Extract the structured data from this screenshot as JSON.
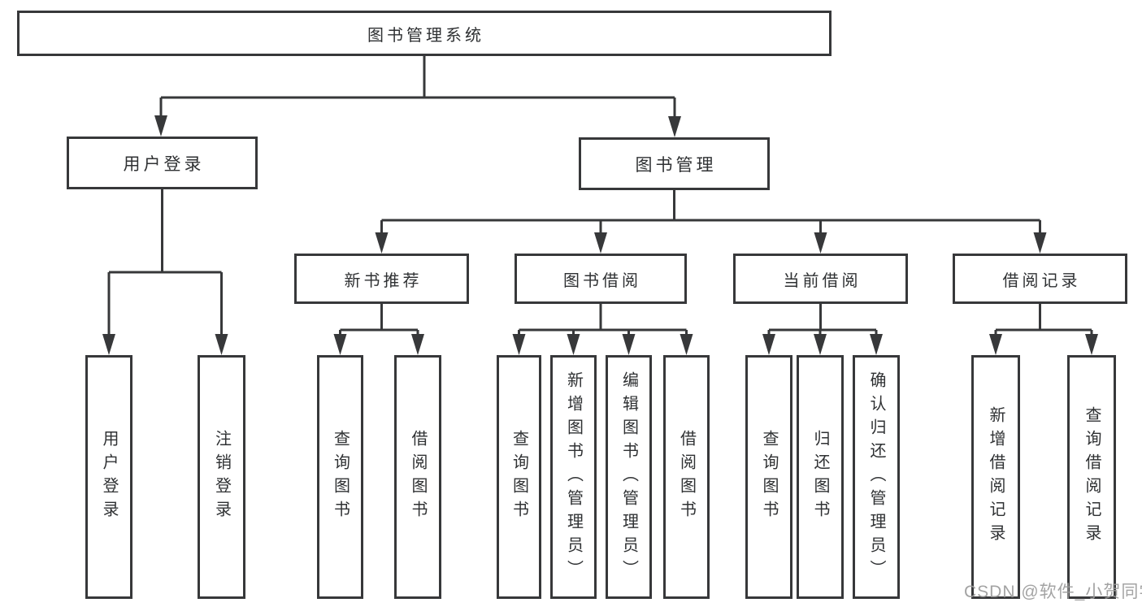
{
  "tree": {
    "root": {
      "label": "图书管理系统"
    },
    "branches": [
      {
        "label": "用户登录",
        "children": [
          {
            "label": "用户登录"
          },
          {
            "label": "注销登录"
          }
        ]
      },
      {
        "label": "图书管理",
        "children": [
          {
            "label": "新书推荐",
            "children": [
              {
                "label": "查询图书"
              },
              {
                "label": "借阅图书"
              }
            ]
          },
          {
            "label": "图书借阅",
            "children": [
              {
                "label": "查询图书"
              },
              {
                "label": "新增图书（管理员）"
              },
              {
                "label": "编辑图书（管理员）"
              },
              {
                "label": "借阅图书"
              }
            ]
          },
          {
            "label": "当前借阅",
            "children": [
              {
                "label": "查询图书"
              },
              {
                "label": "归还图书"
              },
              {
                "label": "确认归还（管理员）"
              }
            ]
          },
          {
            "label": "借阅记录",
            "children": [
              {
                "label": "新增借阅记录"
              },
              {
                "label": "查询借阅记录"
              }
            ]
          }
        ]
      }
    ]
  },
  "watermark": {
    "text": "CSDN @软件_小贺同学"
  },
  "colors": {
    "line": "#37383a",
    "text": "#2f3133",
    "box_background": "#ffffff",
    "watermark": "#9b9b9b",
    "page_background": "#ffffff"
  }
}
